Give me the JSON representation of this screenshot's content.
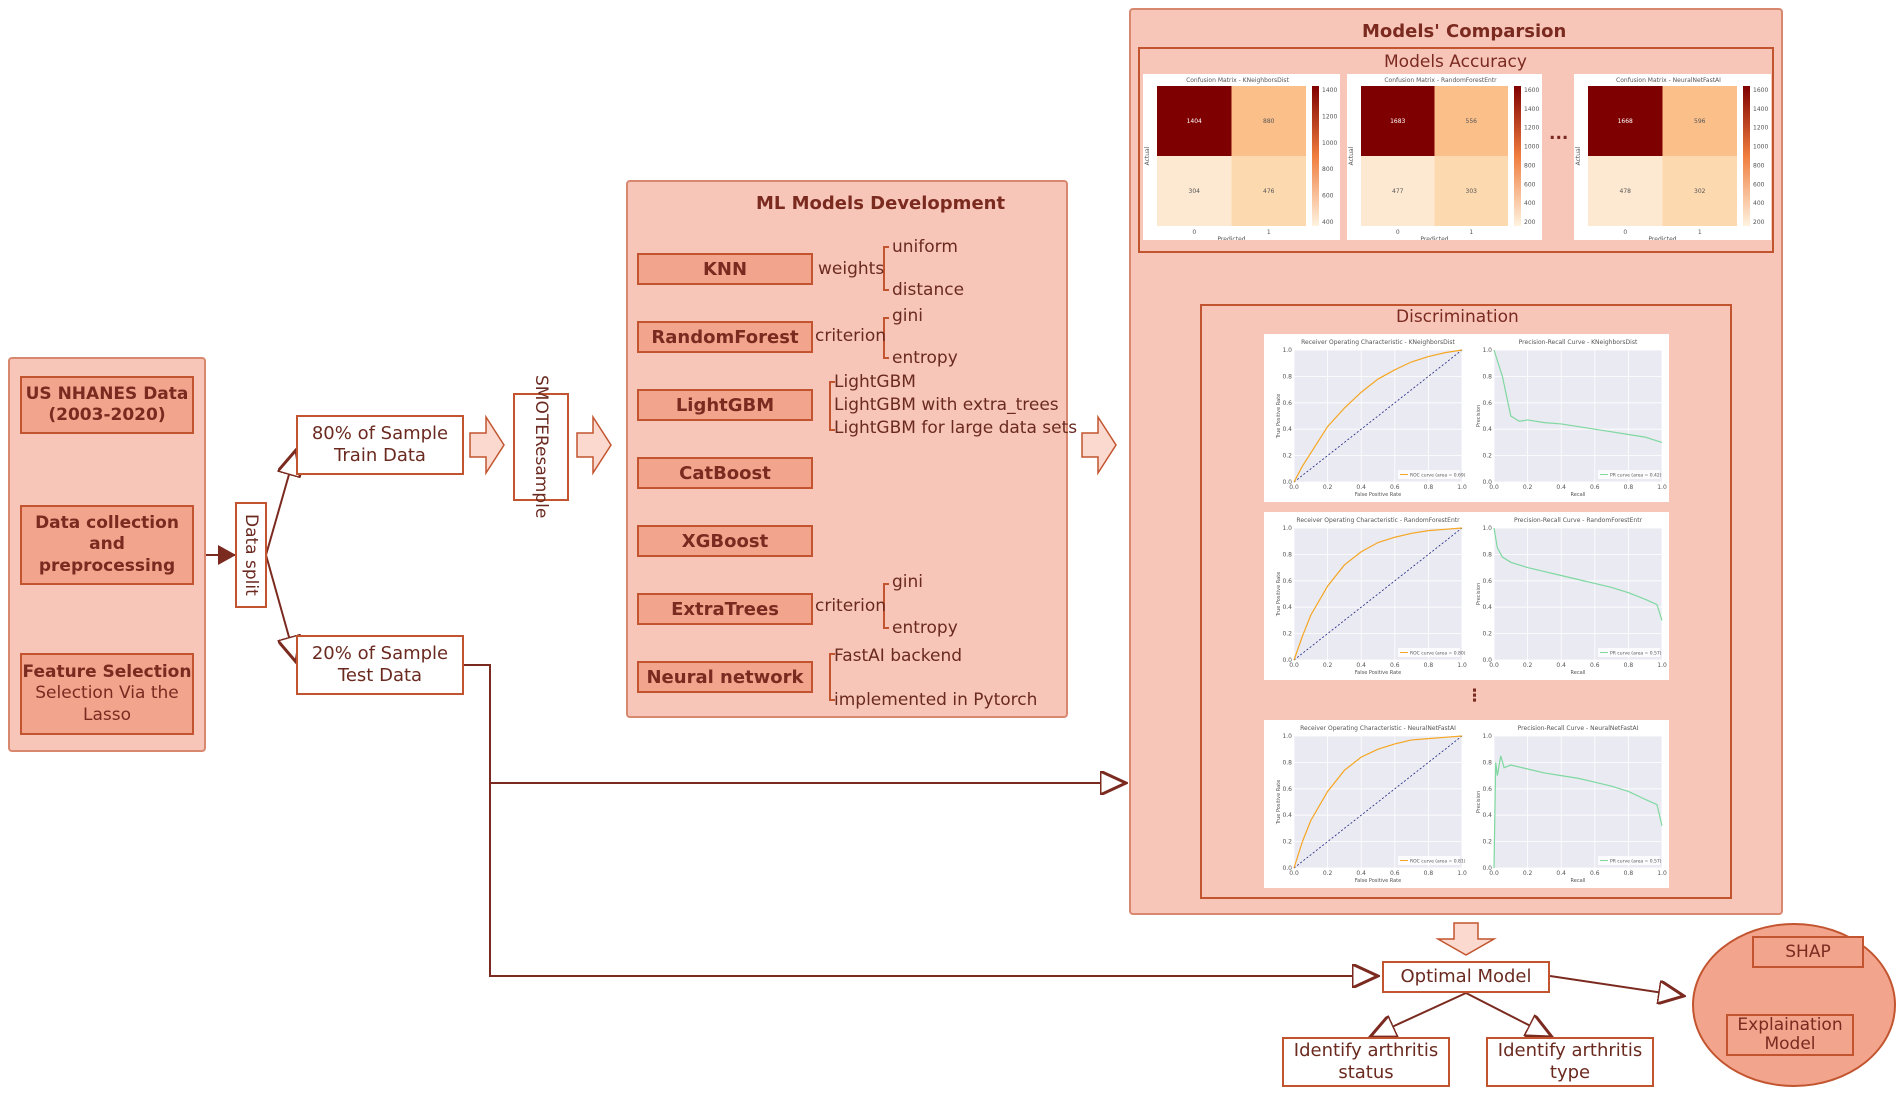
{
  "input": {
    "data_title": "US NHANES Data",
    "data_years": "(2003-2020)",
    "collection_line1": "Data collection",
    "collection_line2": "and",
    "collection_line3": "preprocessing",
    "feature_title": "Feature Selection",
    "feature_line2": "Selection Via the",
    "feature_line3": "Lasso"
  },
  "split": {
    "label": "Data split",
    "train_line1": "80% of Sample",
    "train_line2": "Train Data",
    "test_line1": "20% of Sample",
    "test_line2": "Test Data"
  },
  "smote": {
    "line1": "SMOTE",
    "line2": "Resample"
  },
  "ml": {
    "title": "ML Models Development",
    "models": [
      {
        "name": "KNN",
        "param": "weights",
        "options": [
          "uniform",
          "distance"
        ]
      },
      {
        "name": "RandomForest",
        "param": "criterion",
        "options": [
          "gini",
          "entropy"
        ]
      },
      {
        "name": "LightGBM",
        "param": "",
        "options": [
          "LightGBM",
          "LightGBM with extra_trees",
          "LightGBM for large data sets"
        ]
      },
      {
        "name": "CatBoost",
        "param": "",
        "options": []
      },
      {
        "name": "XGBoost",
        "param": "",
        "options": []
      },
      {
        "name": "ExtraTrees",
        "param": "criterion",
        "options": [
          "gini",
          "entropy"
        ]
      },
      {
        "name": "Neural network",
        "param": "",
        "options": [
          "FastAI backend",
          "implemented in Pytorch"
        ]
      }
    ]
  },
  "comparison": {
    "title": "Models' Comparsion",
    "accuracy_title": "Models Accuracy",
    "discrimination_title": "Discrimination",
    "ellipsis_h": "...",
    "ellipsis_v": "⋮",
    "confusion_matrices": [
      {
        "title": "Confusion Matrix - KNeighborsDist",
        "cells": [
          "1404",
          "880",
          "304",
          "476"
        ],
        "xlabel": "Predicted",
        "ylabel": "Actual",
        "scale": [
          "1400",
          "1200",
          "1000",
          "800",
          "600",
          "400"
        ]
      },
      {
        "title": "Confusion Matrix - RandomForestEntr",
        "cells": [
          "1683",
          "556",
          "477",
          "303"
        ],
        "xlabel": "Predicted",
        "ylabel": "Actual",
        "scale": [
          "1600",
          "1400",
          "1200",
          "1000",
          "800",
          "600",
          "400",
          "200"
        ]
      },
      {
        "title": "Confusion Matrix - NeuralNetFastAI",
        "cells": [
          "1668",
          "596",
          "478",
          "302"
        ],
        "xlabel": "Predicted",
        "ylabel": "Actual",
        "scale": [
          "1600",
          "1400",
          "1200",
          "1000",
          "800",
          "600",
          "400",
          "200"
        ]
      }
    ],
    "curve_rows": [
      {
        "roc_title": "Receiver Operating Characteristic - KNeighborsDist",
        "roc_legend": "ROC curve (area = 0.69)",
        "pr_title": "Precision-Recall Curve - KNeighborsDist",
        "pr_legend": "PR curve (area = 0.42)",
        "roc_x": [
          0,
          0.05,
          0.1,
          0.2,
          0.3,
          0.4,
          0.5,
          0.6,
          0.7,
          0.8,
          0.9,
          1.0
        ],
        "roc_y": [
          0,
          0.12,
          0.22,
          0.42,
          0.56,
          0.68,
          0.78,
          0.85,
          0.91,
          0.95,
          0.98,
          1.0
        ],
        "pr_x": [
          0,
          0.05,
          0.1,
          0.15,
          0.2,
          0.3,
          0.4,
          0.5,
          0.6,
          0.7,
          0.8,
          0.9,
          1.0
        ],
        "pr_y": [
          1.0,
          0.8,
          0.5,
          0.46,
          0.47,
          0.45,
          0.44,
          0.42,
          0.4,
          0.38,
          0.36,
          0.34,
          0.3
        ]
      },
      {
        "roc_title": "Receiver Operating Characteristic - RandomForestEntr",
        "roc_legend": "ROC curve (area = 0.80)",
        "pr_title": "Precision-Recall Curve - RandomForestEntr",
        "pr_legend": "PR curve (area = 0.57)",
        "roc_x": [
          0,
          0.05,
          0.1,
          0.2,
          0.3,
          0.4,
          0.5,
          0.6,
          0.7,
          0.8,
          0.9,
          1.0
        ],
        "roc_y": [
          0,
          0.18,
          0.34,
          0.56,
          0.72,
          0.82,
          0.89,
          0.93,
          0.96,
          0.98,
          0.99,
          1.0
        ],
        "pr_x": [
          0,
          0.02,
          0.05,
          0.1,
          0.2,
          0.3,
          0.4,
          0.5,
          0.6,
          0.7,
          0.8,
          0.9,
          0.97,
          1.0
        ],
        "pr_y": [
          1.0,
          0.85,
          0.78,
          0.74,
          0.7,
          0.67,
          0.64,
          0.61,
          0.58,
          0.55,
          0.51,
          0.46,
          0.42,
          0.3
        ]
      },
      {
        "roc_title": "Receiver Operating Characteristic - NeuralNetFastAI",
        "roc_legend": "ROC curve (area = 0.81)",
        "pr_title": "Precision-Recall Curve - NeuralNetFastAI",
        "pr_legend": "PR curve (area = 0.57)",
        "roc_x": [
          0,
          0.05,
          0.1,
          0.2,
          0.3,
          0.4,
          0.5,
          0.6,
          0.7,
          0.8,
          0.9,
          1.0
        ],
        "roc_y": [
          0,
          0.2,
          0.36,
          0.58,
          0.74,
          0.84,
          0.9,
          0.94,
          0.97,
          0.98,
          0.99,
          1.0
        ],
        "pr_x": [
          0,
          0.01,
          0.02,
          0.04,
          0.06,
          0.1,
          0.2,
          0.3,
          0.4,
          0.5,
          0.6,
          0.7,
          0.8,
          0.9,
          0.97,
          1.0
        ],
        "pr_y": [
          0.0,
          0.8,
          0.7,
          0.85,
          0.76,
          0.78,
          0.75,
          0.72,
          0.7,
          0.68,
          0.65,
          0.62,
          0.58,
          0.52,
          0.48,
          0.32
        ]
      }
    ]
  },
  "outcome": {
    "optimal": "Optimal Model",
    "status_line1": "Identify arthritis",
    "status_line2": "status",
    "type_line1": "Identify arthritis",
    "type_line2": "type",
    "shap": "SHAP",
    "explain_line1": "Explaination",
    "explain_line2": "Model"
  },
  "colors": {
    "border": "#c2552f",
    "panel": "#f7c6b8",
    "step": "#f2a48d",
    "arrow_fill": "#fbd9cf",
    "roc": "#f5a623",
    "pr": "#7fd8a0",
    "cm_dark": "#7f0000",
    "cm_light": "#fde3c4"
  }
}
